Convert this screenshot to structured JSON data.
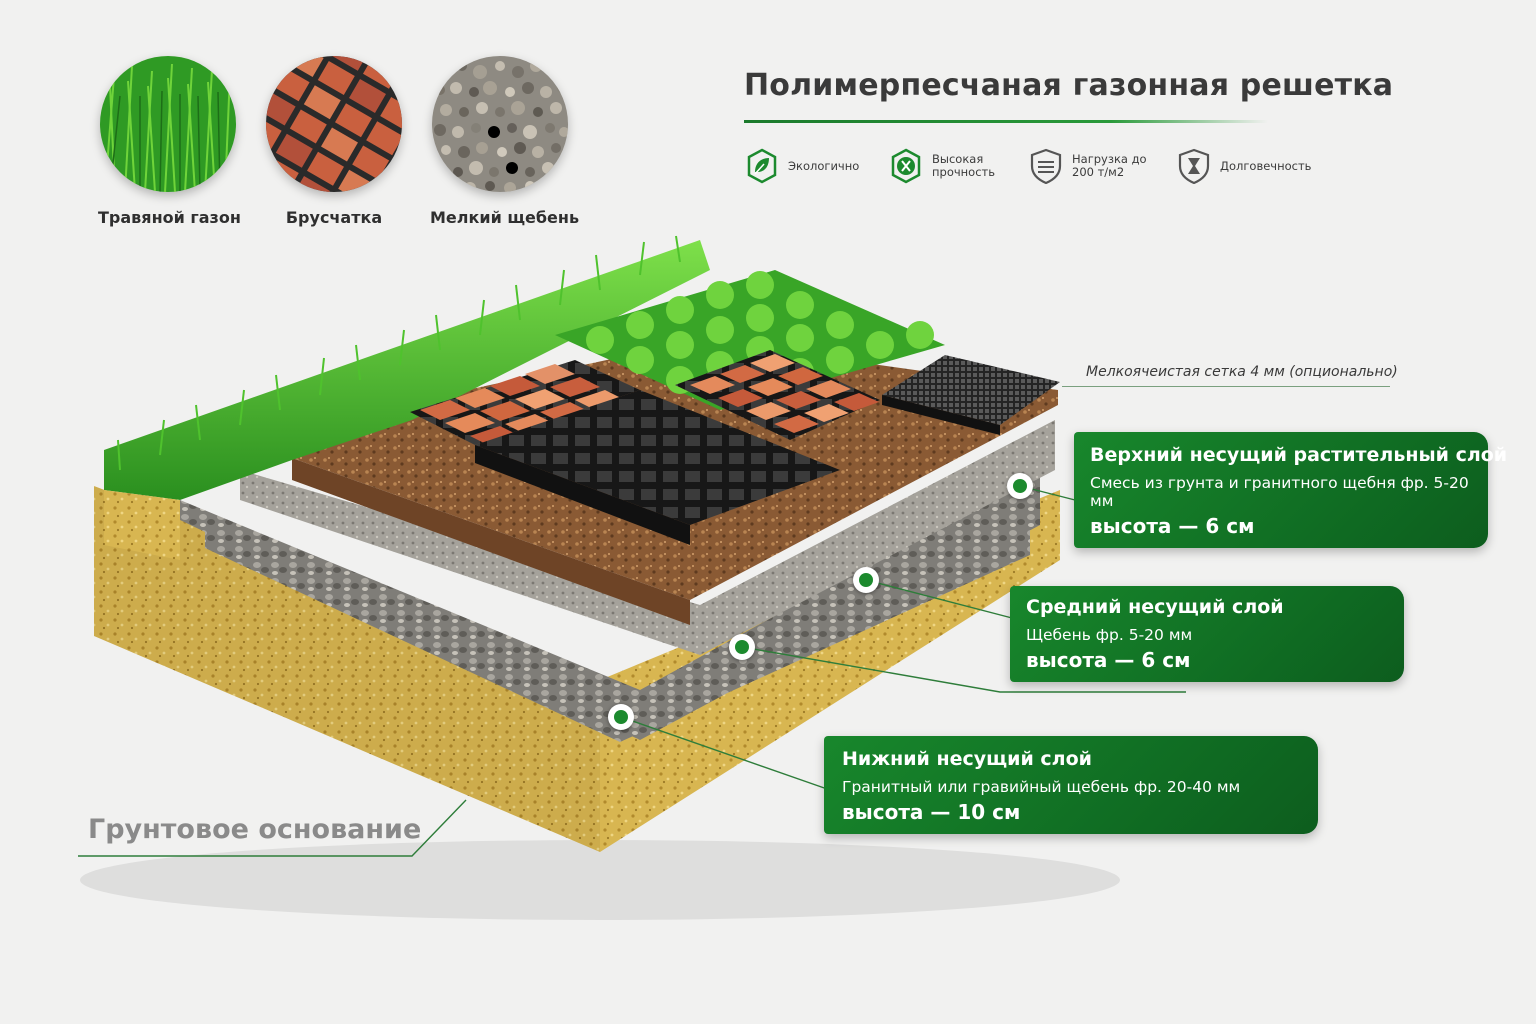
{
  "materials": [
    {
      "label": "Травяной газон",
      "icon": "grass-texture"
    },
    {
      "label": "Брусчатка",
      "icon": "paving-texture"
    },
    {
      "label": "Мелкий щебень",
      "icon": "gravel-texture"
    }
  ],
  "title": "Полимерпесчаная газонная решетка",
  "features": [
    {
      "label": "Экологично",
      "icon": "leaf-icon"
    },
    {
      "label": "Высокая прочность",
      "icon": "strength-icon"
    },
    {
      "label": "Нагрузка до 200 т/м2",
      "icon": "load-shield-icon"
    },
    {
      "label": "Долговечность",
      "icon": "durability-icon"
    }
  ],
  "mesh_note": "Мелкоячеистая сетка 4 мм (опционально)",
  "layers": [
    {
      "title": "Верхний несущий растительный слой",
      "description": "Смесь из грунта и гранитного щебня фр. 5-20 мм",
      "height": "высота — 6 см"
    },
    {
      "title": "Средний несущий слой",
      "description": "Щебень фр. 5-20 мм",
      "height": "высота — 6 см"
    },
    {
      "title": "Нижний несущий слой",
      "description": "Гранитный или гравийный щебень фр. 20-40 мм",
      "height": "высота — 10 см"
    }
  ],
  "base_label": "Грунтовое основание",
  "colors": {
    "accent": "#1c8a2e",
    "callout_dark": "#0d5d1e",
    "text": "#3a3a3a"
  }
}
